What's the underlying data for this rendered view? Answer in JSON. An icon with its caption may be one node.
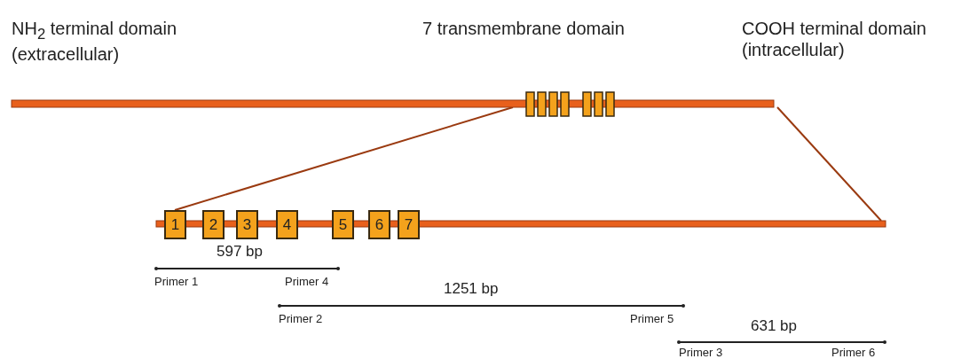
{
  "diagram": {
    "nodes": [
      {
        "text": [],
        "shape": "bar"
      },
      {
        "text": [],
        "shape": "bar"
      },
      {
        "text": [
          "1"
        ]
      },
      {
        "text": [
          "2"
        ]
      },
      {
        "text": [
          "3"
        ]
      },
      {
        "text": [
          "4"
        ]
      },
      {
        "text": [
          "5"
        ]
      },
      {
        "text": [
          "6"
        ]
      },
      {
        "text": [
          "7"
        ]
      }
    ],
    "edges": [
      {
        "from": 0,
        "to": 2,
        "arrow": "none"
      },
      {
        "from": 0,
        "to": 1,
        "arrow": "none"
      }
    ],
    "labels": [
      "NH$_{2}$ terminal domain (extracellular)",
      "7 transmembrane domain",
      "COOH terminal domain (intracellular)",
      "597 bp",
      "Primer 1",
      "Primer 4",
      "1251 bp",
      "Primer 2",
      "Primer 5",
      "631 bp",
      "Primer 3",
      "Primer 6"
    ]
  }
}
